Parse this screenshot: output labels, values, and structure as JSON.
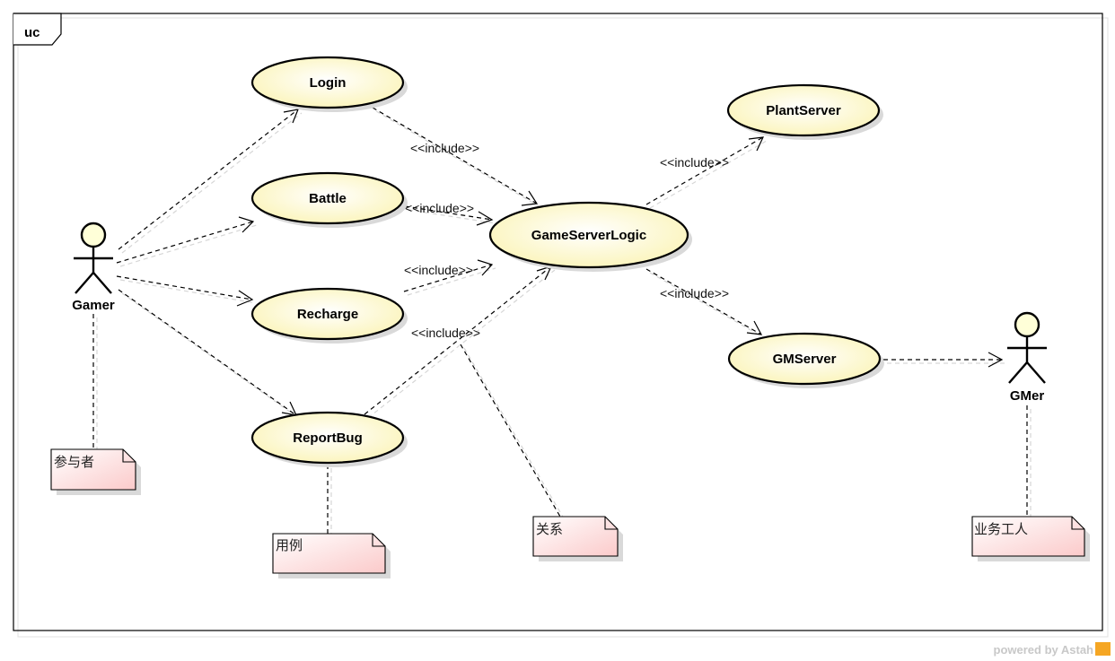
{
  "frame": {
    "label": "uc"
  },
  "actors": {
    "gamer": {
      "label": "Gamer"
    },
    "gmer": {
      "label": "GMer"
    }
  },
  "use_cases": {
    "login": "Login",
    "battle": "Battle",
    "recharge": "Recharge",
    "report_bug": "ReportBug",
    "game_server_logic": "GameServerLogic",
    "plant_server": "PlantServer",
    "gm_server": "GMServer"
  },
  "relations": {
    "include_login": "<<include>>",
    "include_battle": "<<include>>",
    "include_recharge": "<<include>>",
    "include_reportbug": "<<include>>",
    "include_plant": "<<include>>",
    "include_gm": "<<include>>"
  },
  "notes": {
    "actor_note": "参与者",
    "usecase_note": "用例",
    "relation_note": "关系",
    "business_note": "业务工人"
  },
  "footer": {
    "powered_by": "powered by Astah"
  },
  "colors": {
    "use_case_fill_center": "#ffffff",
    "use_case_fill_edge": "#fdf7c8",
    "note_fill_light": "#ffffff",
    "note_fill_dark": "#fbd0d0",
    "logo_orange": "#f5a623"
  }
}
